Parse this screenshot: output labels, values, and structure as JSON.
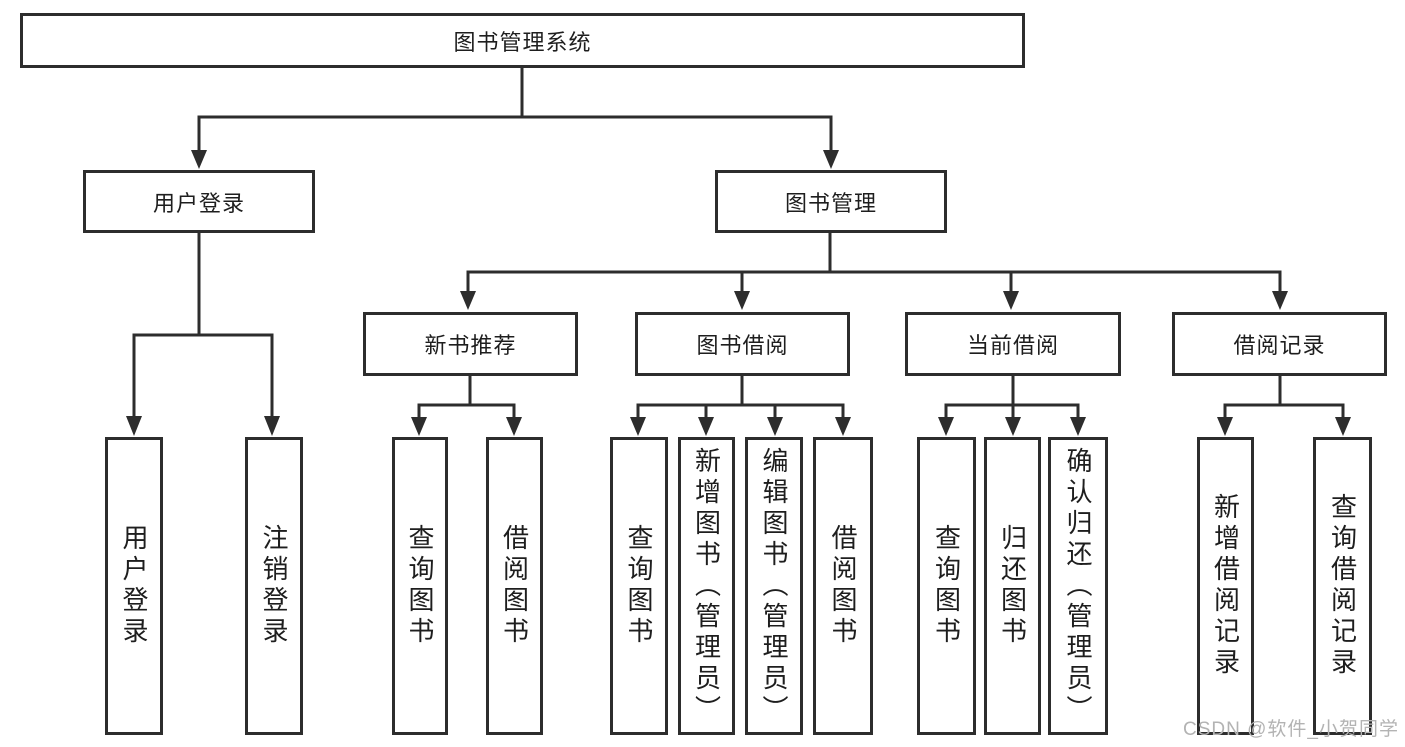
{
  "tree": {
    "label": "图书管理系统",
    "children": [
      {
        "label": "用户登录",
        "children": [
          {
            "label": "用户登录"
          },
          {
            "label": "注销登录"
          }
        ]
      },
      {
        "label": "图书管理",
        "children": [
          {
            "label": "新书推荐",
            "children": [
              {
                "label": "查询图书"
              },
              {
                "label": "借阅图书"
              }
            ]
          },
          {
            "label": "图书借阅",
            "children": [
              {
                "label": "查询图书"
              },
              {
                "label": "新增图书（管理员）"
              },
              {
                "label": "编辑图书（管理员）"
              },
              {
                "label": "借阅图书"
              }
            ]
          },
          {
            "label": "当前借阅",
            "children": [
              {
                "label": "查询图书"
              },
              {
                "label": "归还图书"
              },
              {
                "label": "确认归还（管理员）"
              }
            ]
          },
          {
            "label": "借阅记录",
            "children": [
              {
                "label": "新增借阅记录"
              },
              {
                "label": "查询借阅记录"
              }
            ]
          }
        ]
      }
    ]
  },
  "watermark": {
    "text": "CSDN @软件_小贺同学"
  },
  "style": {
    "line_color": "#2d2d2d",
    "text_color": "#1e1e1e",
    "watermark_color": "#b3b3b3",
    "background": "#ffffff"
  }
}
